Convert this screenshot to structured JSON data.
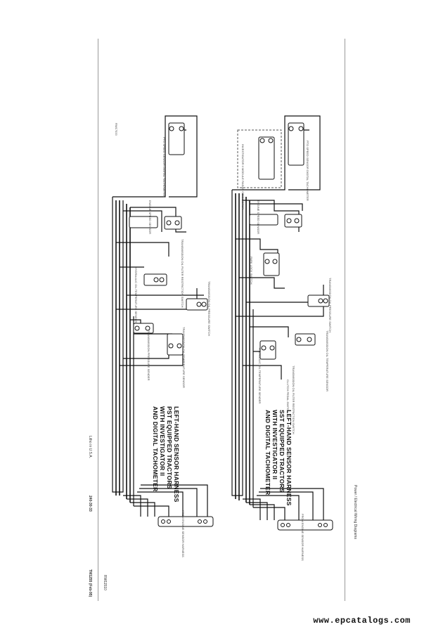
{
  "page": {
    "code_top": "RW17033",
    "left_margin": {
      "manual_code": "TM1255 (Feb-95)",
      "page_number": "240-30-33",
      "litho": "Litho in U.S.A.",
      "manual_page": "RW11510"
    },
    "right_margin": {
      "section_title": "Power / Electrical Wiring Diagrams"
    },
    "footer": {
      "url": "www.epcatalogs.com"
    }
  },
  "diagrams": [
    {
      "title_lines": [
        "LEFT-HAND SENSOR HARNESS",
        "PST EQUIPPED TRACTORS",
        "WITH INVESTIGATOR II",
        "AND DIGITAL TACHOMETER"
      ],
      "connector": "FROM ENGINE SENSOR HARNESS",
      "labels": {
        "pto_speed": "PTO SPEED SENSOR DIGITAL TACHOMETER",
        "engine_speed": "ENGINE SPEED SENSOR",
        "trans_oil_temp": "TRANSMISSION OIL TEMPERATURE SENSOR",
        "oil_filter": "TRANSMISSION OIL FILTER RESTRICTION SWITCH",
        "pressure": "TRANSMISSION OIL PRESSURE SWITCH",
        "hyd_temp": "HYDRAULIC OIL TEMPERATURE SENDER",
        "pressure_sender": "TRANSMISSION PRESSURE SENDER"
      }
    },
    {
      "title_lines": [
        "LEFT-HAND SENSOR HARNESS",
        "SST EQUIPPED TRACTORS",
        "WITH INVESTIGATOR II",
        "AND DIGITAL TACHOMETER"
      ],
      "connector": "FROM ENGINE SENSOR HARNESS",
      "labels": {
        "pto_speed": "PTO SPEED SENSOR DIGITAL TACHOMETER",
        "dashed_box": "INVESTIGATOR II MODULE RADAR CONNECTOR",
        "engine_speed": "ENGINE SPEED SENSOR",
        "trans_oil_temp": "TRANSMISSION OIL TEMPERATURE SENSOR",
        "oil_filter": "TRANSMISSION OIL FILTER RESTRICTION SWITCH",
        "pressure": "TRANSMISSION OIL PRESSURE SWITCH",
        "hyd_temp": "HYDRAULIC OIL TEMPERATURE SENDER",
        "clutch": "CLUTCH PEDAL SWITCH",
        "park": "PARK LOCK SWITCH"
      }
    }
  ]
}
